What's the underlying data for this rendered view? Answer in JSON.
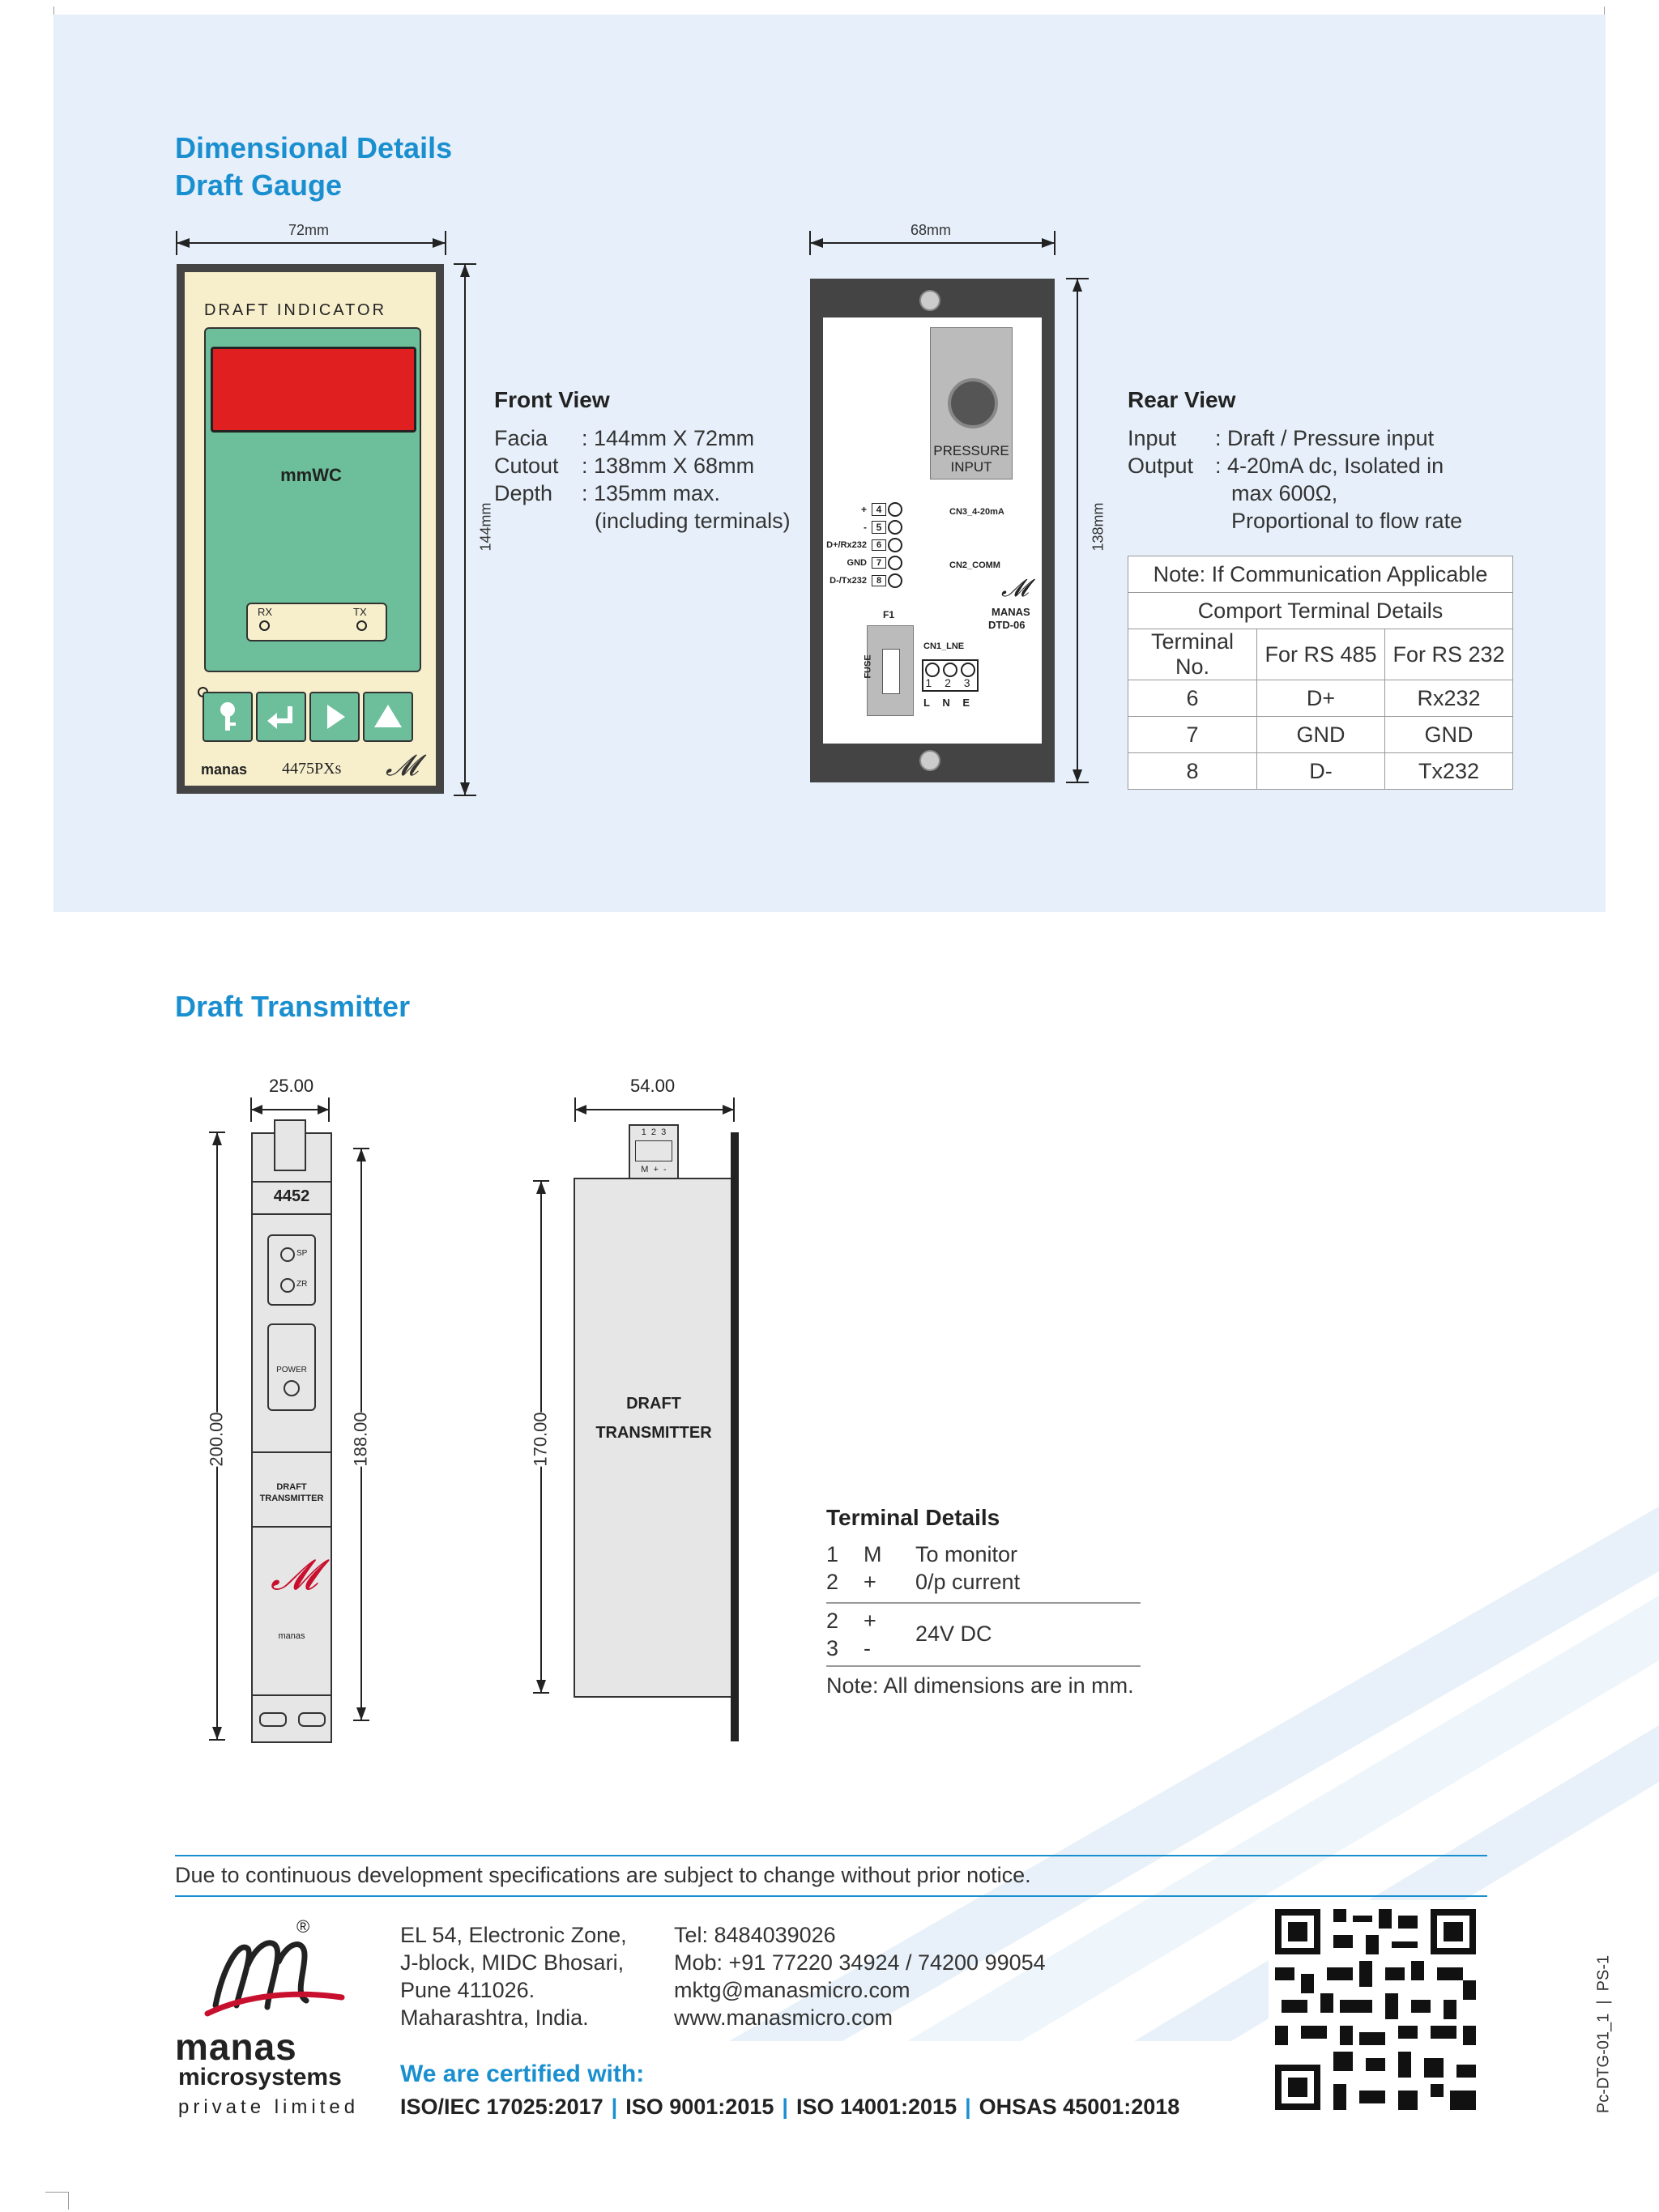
{
  "heading": {
    "line1": "Dimensional Details",
    "line2": "Draft Gauge",
    "transmitter": "Draft Transmitter"
  },
  "front_device": {
    "width_label": "72mm",
    "height_label": "144mm",
    "title": "DRAFT INDICATOR",
    "unit": "mmWC",
    "rx": "RX",
    "tx": "TX",
    "brand": "manas",
    "model": "4475PXs"
  },
  "front_view": {
    "title": "Front View",
    "rows": [
      {
        "key": "Facia",
        "value": ": 144mm X 72mm"
      },
      {
        "key": "Cutout",
        "value": ": 138mm X 68mm"
      },
      {
        "key": "Depth",
        "value": ": 135mm max."
      },
      {
        "key": "",
        "value": "(including terminals)"
      }
    ]
  },
  "rear_device": {
    "width_label": "68mm",
    "height_label": "138mm",
    "pressure_label": "PRESSURE INPUT",
    "terminals": [
      {
        "sign": "+",
        "num": "4"
      },
      {
        "sign": "-",
        "num": "5"
      },
      {
        "sign": "D+/Rx232",
        "num": "6"
      },
      {
        "sign": "GND",
        "num": "7"
      },
      {
        "sign": "D-/Tx232",
        "num": "8"
      }
    ],
    "cn3": "CN3_4-20mA",
    "cn2": "CN2_COMM",
    "f1": "F1",
    "fuse": "FUSE",
    "cn1": "CN1_LNE",
    "cn1_nums": "1 2 3",
    "cn1_letters": "L N E",
    "brand": "MANAS",
    "model": "DTD-06"
  },
  "rear_view": {
    "title": "Rear View",
    "rows": [
      {
        "key": "Input",
        "value": ": Draft / Pressure input"
      },
      {
        "key": "Output",
        "value": ": 4-20mA dc, Isolated in"
      },
      {
        "key": "",
        "value": "max 600Ω,"
      },
      {
        "key": "",
        "value": "Proportional to flow rate"
      }
    ]
  },
  "comport_table": {
    "note": "Note: If Communication Applicable",
    "subtitle": "Comport Terminal Details",
    "headers": [
      "Terminal No.",
      "For RS 485",
      "For RS 232"
    ],
    "rows": [
      [
        "6",
        "D+",
        "Rx232"
      ],
      [
        "7",
        "GND",
        "GND"
      ],
      [
        "8",
        "D-",
        "Tx232"
      ]
    ]
  },
  "transmitter_side": {
    "width_label": "25.00",
    "height_outer": "200.00",
    "height_inner": "188.00",
    "model": "4452",
    "sp": "SP",
    "zr": "ZR",
    "power": "POWER",
    "label_line1": "DRAFT",
    "label_line2": "TRANSMITTER",
    "brand": "manas"
  },
  "transmitter_front": {
    "width_label": "54.00",
    "height_label": "170.00",
    "terminal_nums": "1  2  3",
    "terminal_signs": "M  +  -",
    "label_line1": "DRAFT",
    "label_line2": "TRANSMITTER"
  },
  "terminal_details": {
    "title": "Terminal Details",
    "group1": [
      {
        "num": "1",
        "sym": "M",
        "desc": "To monitor"
      },
      {
        "num": "2",
        "sym": "+",
        "desc": "0/p current"
      }
    ],
    "group2": [
      {
        "num": "2",
        "sym": "+"
      },
      {
        "num": "3",
        "sym": "-"
      }
    ],
    "group2_desc": "24V DC",
    "note": "Note: All dimensions are in mm."
  },
  "footer": {
    "notice": "Due to continuous development specifications are subject to change without prior notice.",
    "address": [
      "EL 54, Electronic Zone,",
      "J-block, MIDC Bhosari,",
      "Pune 411026.",
      "Maharashtra, India."
    ],
    "contact": [
      "Tel: 8484039026",
      "Mob: +91 77220 34924 / 74200 99054",
      "mktg@manasmicro.com",
      "www.manasmicro.com"
    ],
    "certified_title": "We are certified with:",
    "certs": [
      "ISO/IEC 17025:2017",
      "ISO 9001:2015",
      "ISO 14001:2015",
      "OHSAS 45001:2018"
    ],
    "logo_name": "manas",
    "logo_sub": "microsystems",
    "logo_tag": "private limited",
    "registered": "®",
    "doc_code": "Pc-DTG-01_1  |  PS-1"
  },
  "colors": {
    "heading": "#1a8fcf",
    "band": "#e7f0fa",
    "display": "#e02020",
    "panel": "#6cbf9a",
    "logo_red": "#c8102e"
  }
}
